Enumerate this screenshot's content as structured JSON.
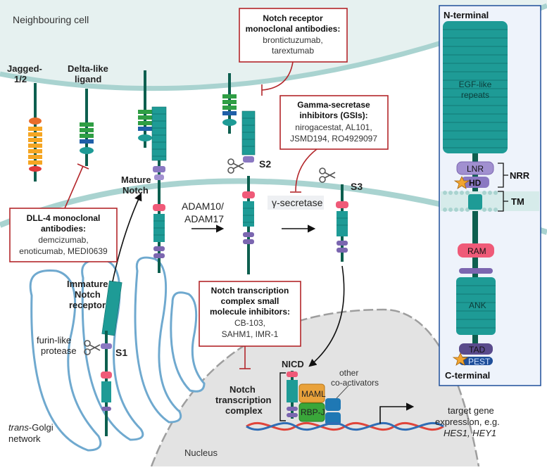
{
  "regions": {
    "neighbouring_cell": "Neighbouring cell",
    "nucleus": "Nucleus",
    "golgi_1": "trans",
    "golgi_2": "-Golgi",
    "golgi_3": "network"
  },
  "ligands": {
    "jagged_1": "Jagged-",
    "jagged_2": "1/2",
    "delta_1": "Delta-like",
    "delta_2": "ligand"
  },
  "receptor": {
    "mature_1": "Mature",
    "mature_2": "Notch",
    "immature_1": "Immature",
    "immature_2": "Notch",
    "immature_3": "receptor",
    "furin_1": "furin-like",
    "furin_2": "protease",
    "s1": "S1",
    "s2": "S2",
    "s3": "S3"
  },
  "enzymes": {
    "adam_1": "ADAM10/",
    "adam_2": "ADAM17",
    "gamma": "γ-secretase"
  },
  "nuclear": {
    "nicd": "NICD",
    "complex_1": "Notch",
    "complex_2": "transcription",
    "complex_3": "complex",
    "maml": "MAML",
    "rbpj": "RBP-J",
    "coact_1": "other",
    "coact_2": "co-activators",
    "target_1": "target gene",
    "target_2": "expression, e.g.",
    "target_3": "HES1, HEY1"
  },
  "inhibitors": {
    "mab": {
      "title_1": "Notch receptor",
      "title_2": "monoclonal antibodies:",
      "line_1": "brontictuzumab,",
      "line_2": "tarextumab"
    },
    "gsi": {
      "title_1": "Gamma-secretase",
      "title_2": "inhibitors (GSIs):",
      "line_1": "nirogacestat, AL101,",
      "line_2": "JSMD194, RO4929097"
    },
    "dll4": {
      "title_1": "DLL-4 monoclonal",
      "title_2": "antibodies:",
      "line_1": "demcizumab,",
      "line_2": "enoticumab, MEDI0639"
    },
    "tc": {
      "title_1": "Notch transcription",
      "title_2": "complex small",
      "title_3": "molecule inhibitors:",
      "line_1": "CB-103,",
      "line_2": "SAHM1, IMR-1"
    }
  },
  "domains": {
    "n_terminal": "N-terminal",
    "egf_1": "EGF-like",
    "egf_2": "repeats",
    "lnr": "LNR",
    "hd": "HD",
    "nrr": "NRR",
    "tm": "TM",
    "ram": "RAM",
    "ank": "ANK",
    "tad": "TAD",
    "pest": "PEST",
    "c_terminal": "C-terminal"
  },
  "colors": {
    "teal": "#1e9b96",
    "dark_green": "#0d5f4f",
    "membrane": "#a9d3d0",
    "purple": "#7b66b0",
    "pink": "#ef5a78",
    "inhibitor_red": "#b3262a",
    "nucleus_grey": "#e3e3e3"
  }
}
